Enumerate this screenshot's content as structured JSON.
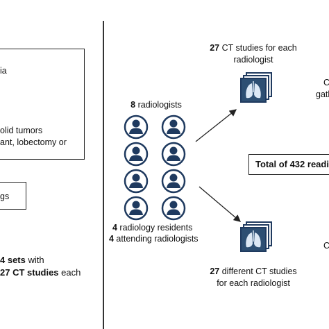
{
  "left_panel": {
    "criteria_box": {
      "line1": "ia",
      "line2": "olid tumors",
      "line3": "ant, lobectomy or"
    },
    "small_box_text": "gs",
    "sets_text": {
      "line1_bold": "4 sets",
      "line1_rest": " with",
      "line2_bold": "27 CT studies",
      "line2_rest": " each"
    }
  },
  "middle": {
    "radiologists_bold": "8",
    "radiologists_rest": " radiologists",
    "residents_bold": "4",
    "residents_rest": " radiology residents",
    "attending_bold": "4",
    "attending_rest": " attending radiologists"
  },
  "right": {
    "top_label_bold": "27",
    "top_label_rest": " CT studies for each",
    "top_label_line2": "radiologist",
    "bottom_label_bold": "27",
    "bottom_label_rest": " different CT studies",
    "bottom_label_line2": "for each radiologist",
    "total_text": "Total of 432 readir",
    "edge_top_1": "C",
    "edge_top_2": "gath",
    "edge_bottom_1": "C"
  },
  "colors": {
    "icon_navy": "#1f3a5f",
    "icon_fill": "#2d4f73",
    "lung_color": "#dce8f5"
  },
  "icons": {
    "person": "person-icon",
    "ct_scan": "ct-lung-scan-icon",
    "arrow": "arrow-icon"
  }
}
